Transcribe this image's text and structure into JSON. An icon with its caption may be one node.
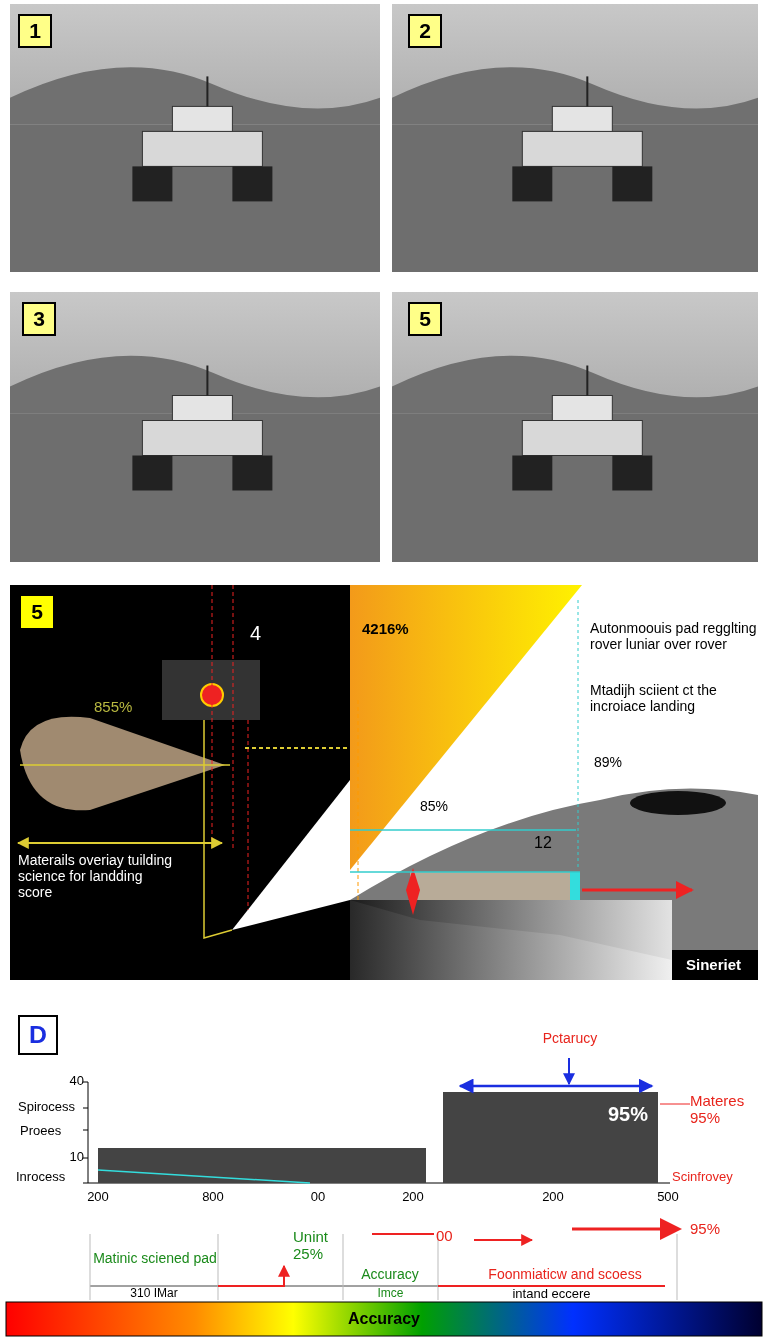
{
  "diagram": {
    "nodes": [
      {
        "text": [
          "1"
        ]
      },
      {
        "text": [
          "2"
        ]
      },
      {
        "text": [
          "3"
        ]
      },
      {
        "text": [
          "5"
        ]
      },
      {
        "text": [
          "5"
        ]
      },
      {
        "text": [
          "D"
        ]
      }
    ],
    "labels": [
      "4",
      "4216%",
      "Autonmoouis pad regglting rover luniar over rover",
      "Mtadijh sciient ct the incroiace landing",
      "855%",
      "89%",
      "85%",
      "12",
      "Materails overiay tuilding science for landding score",
      "Sineriet",
      "Pctarucy",
      "95%",
      "Materes 95%",
      "40",
      "Spirocess",
      "Proees",
      "10",
      "Inrocess",
      "Scinfrovey",
      "200",
      "800",
      "00",
      "200",
      "200",
      "500",
      "Unint 25%",
      "00",
      "95%",
      "Matinic sciened pad",
      "Accuracy",
      "Foonmiaticw and scoess",
      "310 IMar",
      "Imce",
      "intand eccere",
      "Accuracy"
    ]
  }
}
